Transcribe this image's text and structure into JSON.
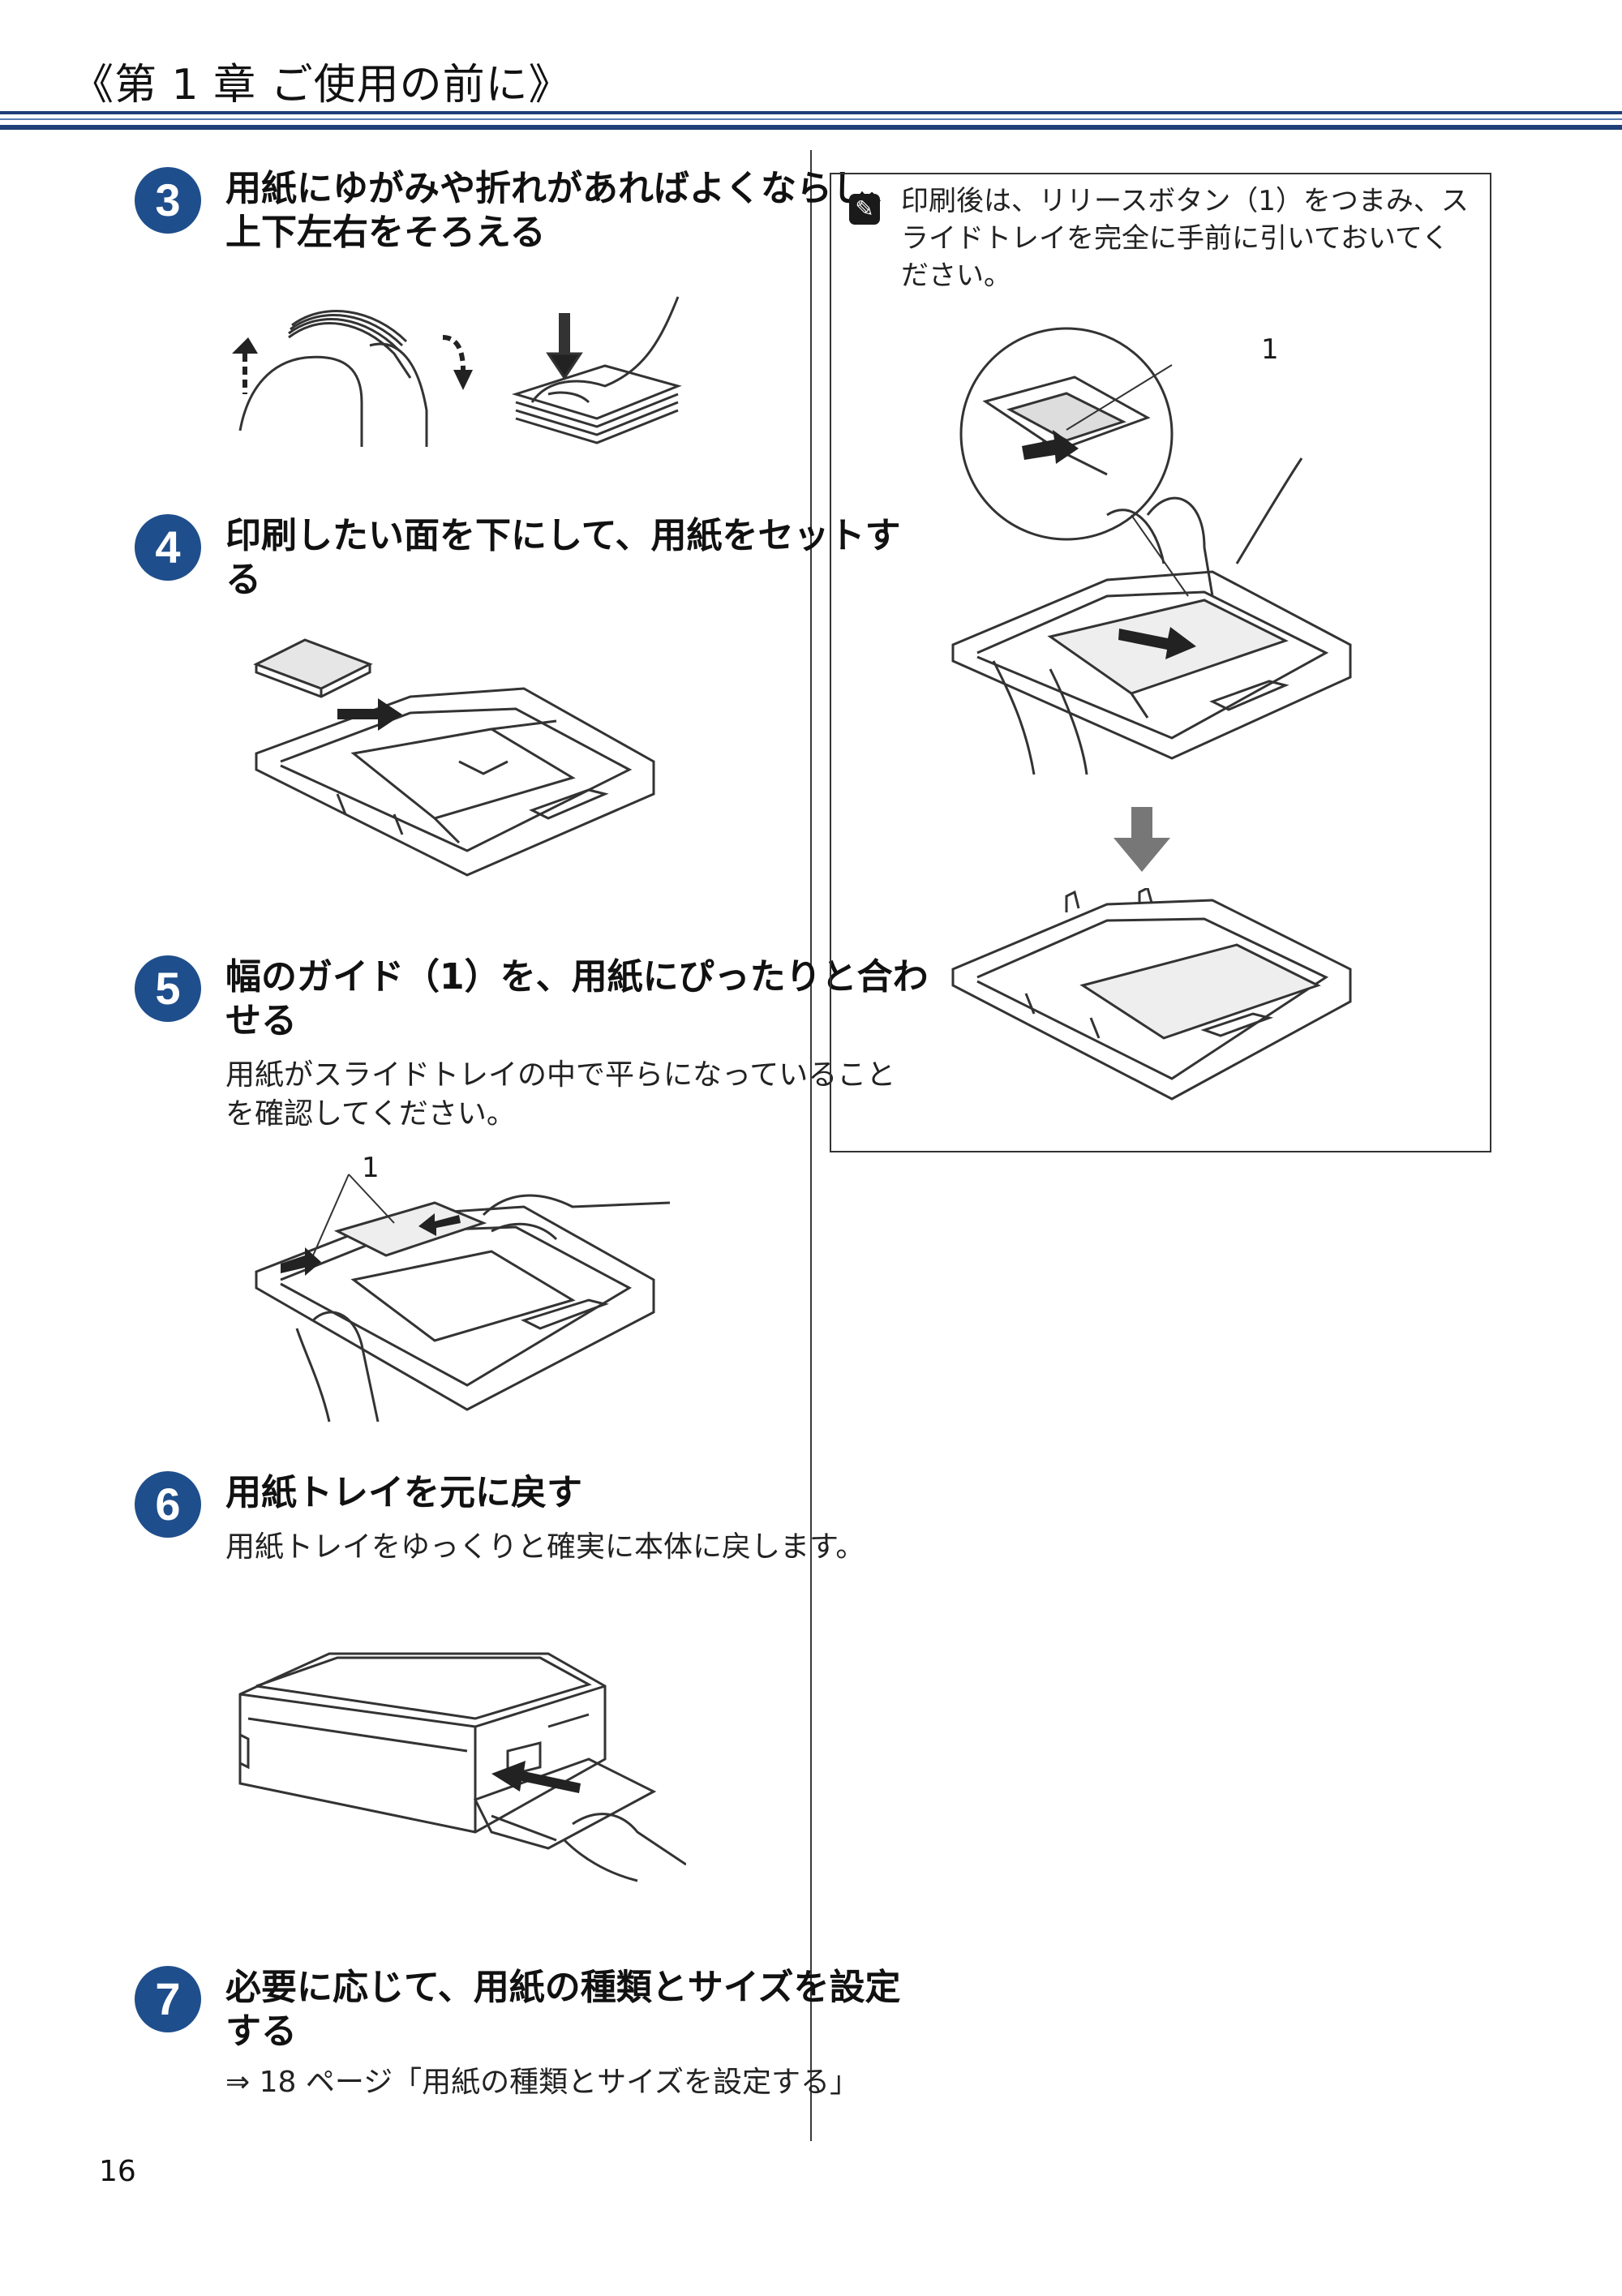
{
  "header": {
    "title": "《第 1 章 ご使用の前に》"
  },
  "steps": [
    {
      "number": "3",
      "title": "用紙にゆがみや折れがあればよくならし、上下左右をそろえる",
      "body": ""
    },
    {
      "number": "4",
      "title": "印刷したい面を下にして、用紙をセットする",
      "body": ""
    },
    {
      "number": "5",
      "title": "幅のガイド（1）を、用紙にぴったりと合わせる",
      "body": "用紙がスライドトレイの中で平らになっていることを確認してください。",
      "callout": "1"
    },
    {
      "number": "6",
      "title": "用紙トレイを元に戻す",
      "body": "用紙トレイをゆっくりと確実に本体に戻します。"
    },
    {
      "number": "7",
      "title": "必要に応じて、用紙の種類とサイズを設定する",
      "body": "⇒ 18 ページ「用紙の種類とサイズを設定する」"
    }
  ],
  "note": {
    "icon": "note-pencil-icon",
    "text": "印刷後は、リリースボタン（1）をつまみ、スライドトレイを完全に手前に引いておいてください。",
    "callout": "1"
  },
  "page_number": "16",
  "colors": {
    "accent": "#1f4e8c",
    "rule": "#1e3f78",
    "line": "#333333"
  }
}
